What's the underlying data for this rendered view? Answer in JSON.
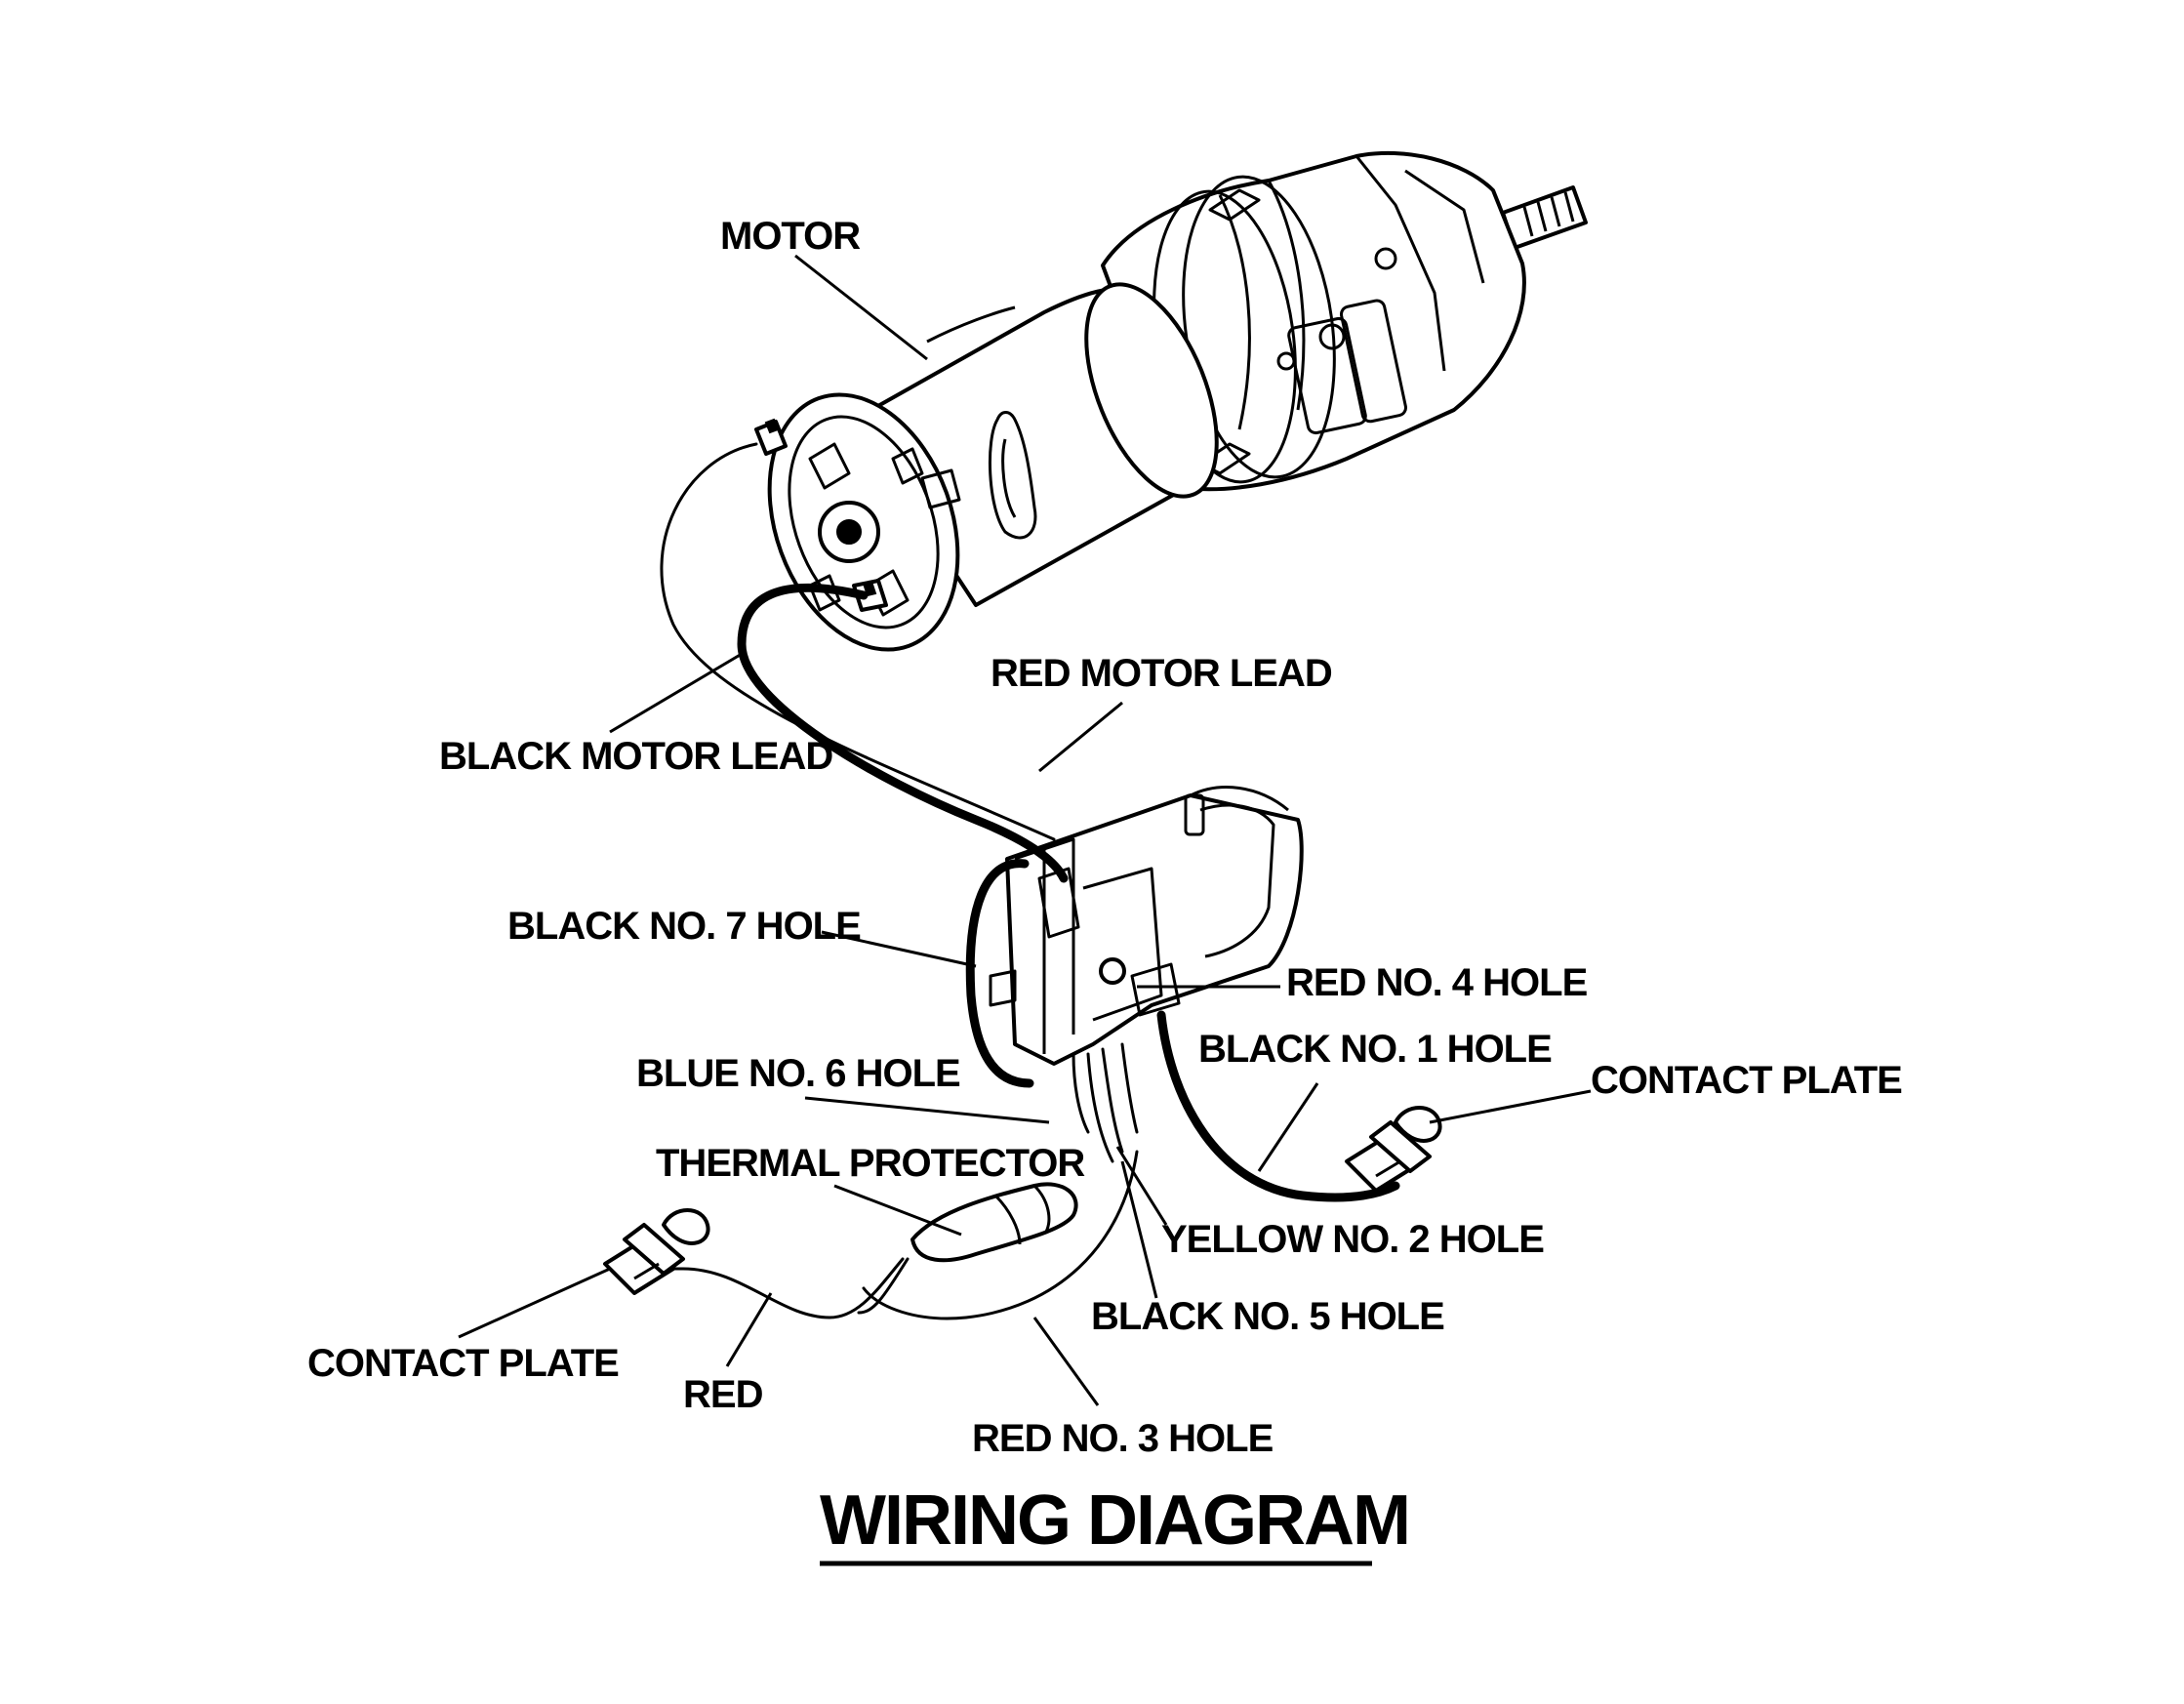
{
  "title": "WIRING DIAGRAM",
  "labels": {
    "motor": "MOTOR",
    "red_motor_lead": "RED MOTOR LEAD",
    "black_motor_lead": "BLACK MOTOR LEAD",
    "black_no7_hole": "BLACK NO. 7 HOLE",
    "red_no4_hole": "RED NO. 4 HOLE",
    "black_no1_hole": "BLACK NO. 1 HOLE",
    "contact_plate_right": "CONTACT PLATE",
    "blue_no6_hole": "BLUE NO. 6 HOLE",
    "thermal_protector": "THERMAL PROTECTOR",
    "yellow_no2_hole": "YELLOW NO. 2 HOLE",
    "black_no5_hole": "BLACK NO. 5 HOLE",
    "contact_plate_left": "CONTACT PLATE",
    "red": "RED",
    "red_no3_hole": "RED NO. 3 HOLE"
  }
}
